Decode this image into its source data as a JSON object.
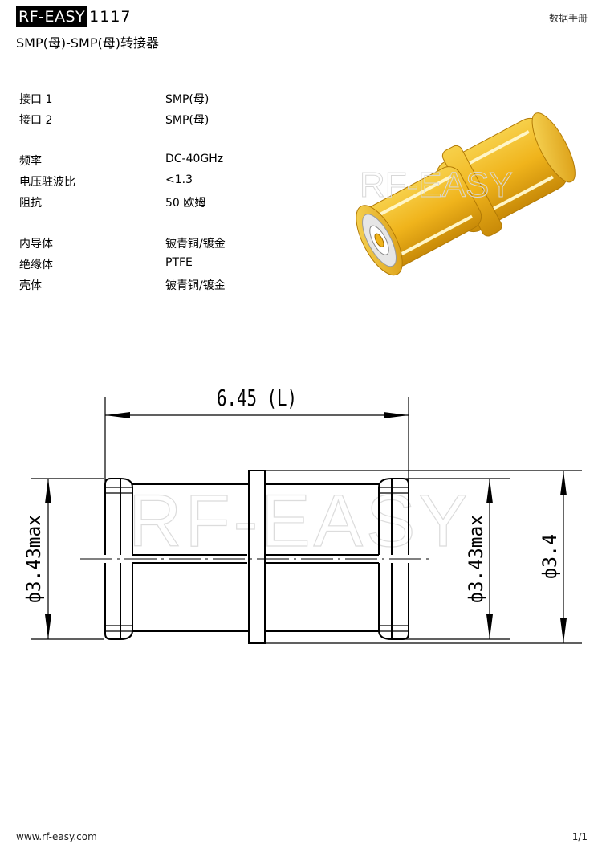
{
  "header": {
    "brand": "RF-EASY",
    "part_number": "1117",
    "doc_type": "数据手册"
  },
  "subtitle": "SMP(母)-SMP(母)转接器",
  "specs": [
    {
      "label": "接口 1",
      "value": "SMP(母)"
    },
    {
      "label": "接口 2",
      "value": "SMP(母)"
    },
    {
      "label": "频率",
      "value": "DC-40GHz"
    },
    {
      "label": "电压驻波比",
      "value": "<1.3"
    },
    {
      "label": "阻抗",
      "value": "50 欧姆"
    },
    {
      "label": "内导体",
      "value": "铍青铜/镀金"
    },
    {
      "label": "绝缘体",
      "value": "PTFE"
    },
    {
      "label": "壳体",
      "value": "铍青铜/镀金"
    }
  ],
  "drawing": {
    "length_label": "6.45 (L)",
    "left_diameter_label": "ф3.43max",
    "mid_diameter_label": "ф3.43max",
    "right_diameter_label": "ф3.4",
    "watermark": "RF-EASY"
  },
  "photo": {
    "watermark": "RF-EASY",
    "body_color": "#f0b41c"
  },
  "footer": {
    "website": "www.rf-easy.com",
    "page": "1/1"
  }
}
